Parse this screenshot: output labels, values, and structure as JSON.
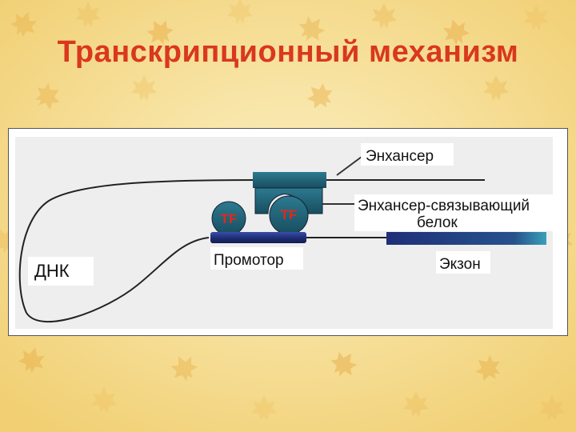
{
  "slide": {
    "title": "Транскрипционный механизм"
  },
  "diagram": {
    "labels": {
      "enhancer": "Энхансер",
      "ebp_line1": "Энхансер-связывающий",
      "ebp_line2": "белок",
      "promoter": "Промотор",
      "dna": "ДНК",
      "exon": "Экзон",
      "tf1": "TF",
      "tf2": "TF"
    }
  },
  "colors": {
    "title": "#d9381e",
    "tf_text": "#e0281c",
    "promoter_blue": "#1f2f78",
    "protein_teal": "#1f5f74",
    "background": "#f6dc8c"
  }
}
